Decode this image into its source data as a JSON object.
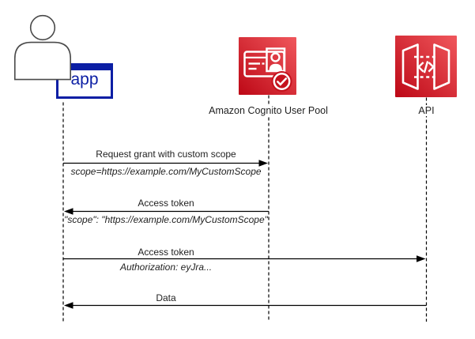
{
  "colors": {
    "background": "#ffffff",
    "navy": "#0b1ea4",
    "aws_red_dark": "#bd0816",
    "aws_red_light": "#f0575c",
    "line": "#000000",
    "text": "#1f1f1f",
    "person_outline": "#4a4a4a",
    "icon_glyph": "#ffffff"
  },
  "actors": [
    {
      "id": "app",
      "label": "app",
      "icon": "user-icon"
    },
    {
      "id": "cognito",
      "label": "Amazon Cognito User Pool",
      "icon": "cognito-user-pool-icon"
    },
    {
      "id": "api",
      "label": "API",
      "icon": "api-gateway-icon"
    }
  ],
  "messages": [
    {
      "from": "app",
      "to": "cognito",
      "direction": "right",
      "label": "Request grant with custom scope",
      "sublabel": "scope=https://example.com/MyCustomScope"
    },
    {
      "from": "cognito",
      "to": "app",
      "direction": "left",
      "label": "Access token",
      "sublabel": "\"scope\": \"https://example.com/MyCustomScope\""
    },
    {
      "from": "app",
      "to": "api",
      "direction": "right",
      "label": "Access token",
      "sublabel": "Authorization: eyJra..."
    },
    {
      "from": "api",
      "to": "app",
      "direction": "left",
      "label": "Data",
      "sublabel": ""
    }
  ]
}
